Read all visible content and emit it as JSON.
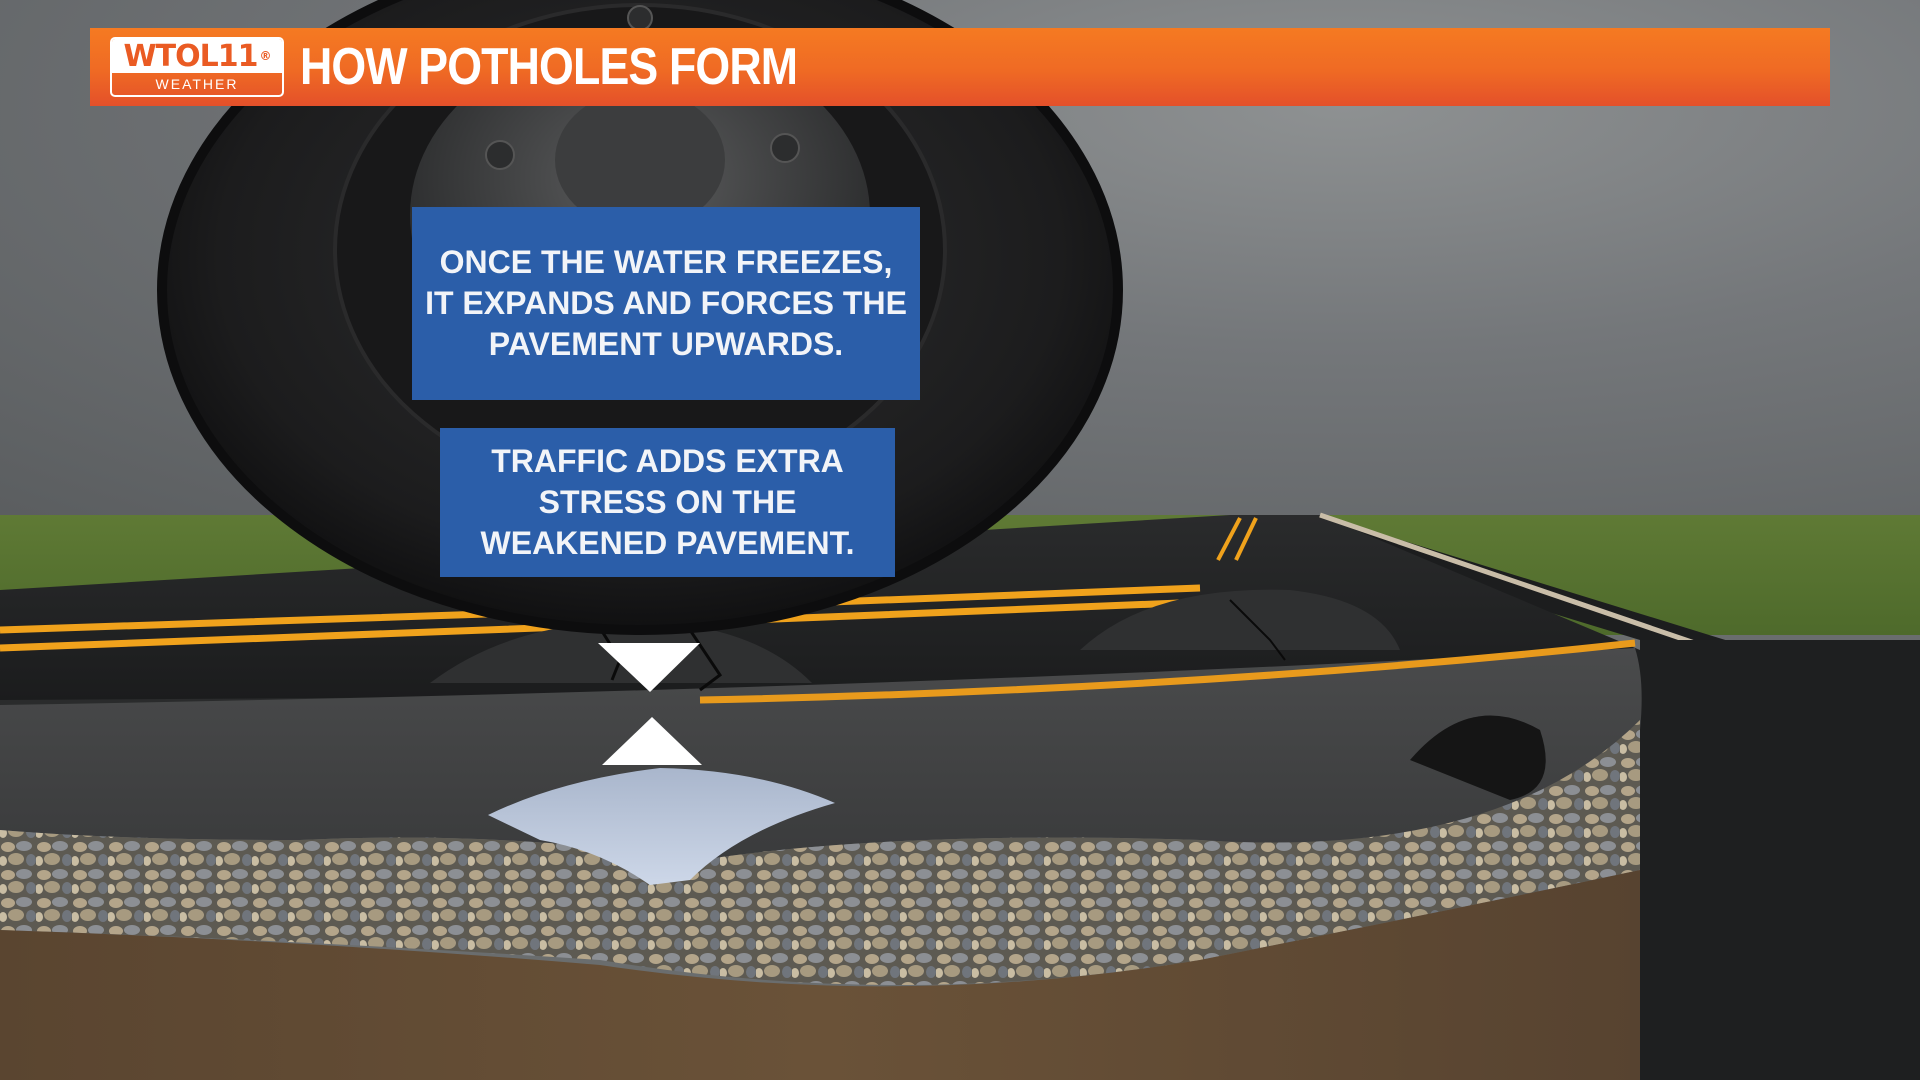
{
  "banner": {
    "logo": {
      "brand": "WTOL11",
      "registered_mark": "®",
      "subtitle": "WEATHER"
    },
    "title": "HOW POTHOLES FORM",
    "color": "#f07024"
  },
  "callouts": [
    {
      "id": "freeze",
      "text": "ONCE THE WATER FREEZES, IT EXPANDS AND FORCES THE PAVEMENT UPWARDS."
    },
    {
      "id": "traffic",
      "text": "TRAFFIC ADDS EXTRA STRESS ON THE WEAKENED PAVEMENT."
    }
  ],
  "illustration": {
    "elements": [
      "tire-on-road",
      "cracked-bulging-pavement",
      "downward-force-arrow",
      "upward-force-arrow",
      "ice-lens-under-pavement",
      "gravel-base-layer",
      "soil-layer",
      "existing-pothole-cutaway"
    ],
    "colors": {
      "callout_bg": "#2b5ea9",
      "lane_line": "#f0a21c",
      "ice": "#b9c6dc",
      "soil": "#5a4630",
      "grass": "#587530",
      "sky": "#74777a"
    }
  }
}
